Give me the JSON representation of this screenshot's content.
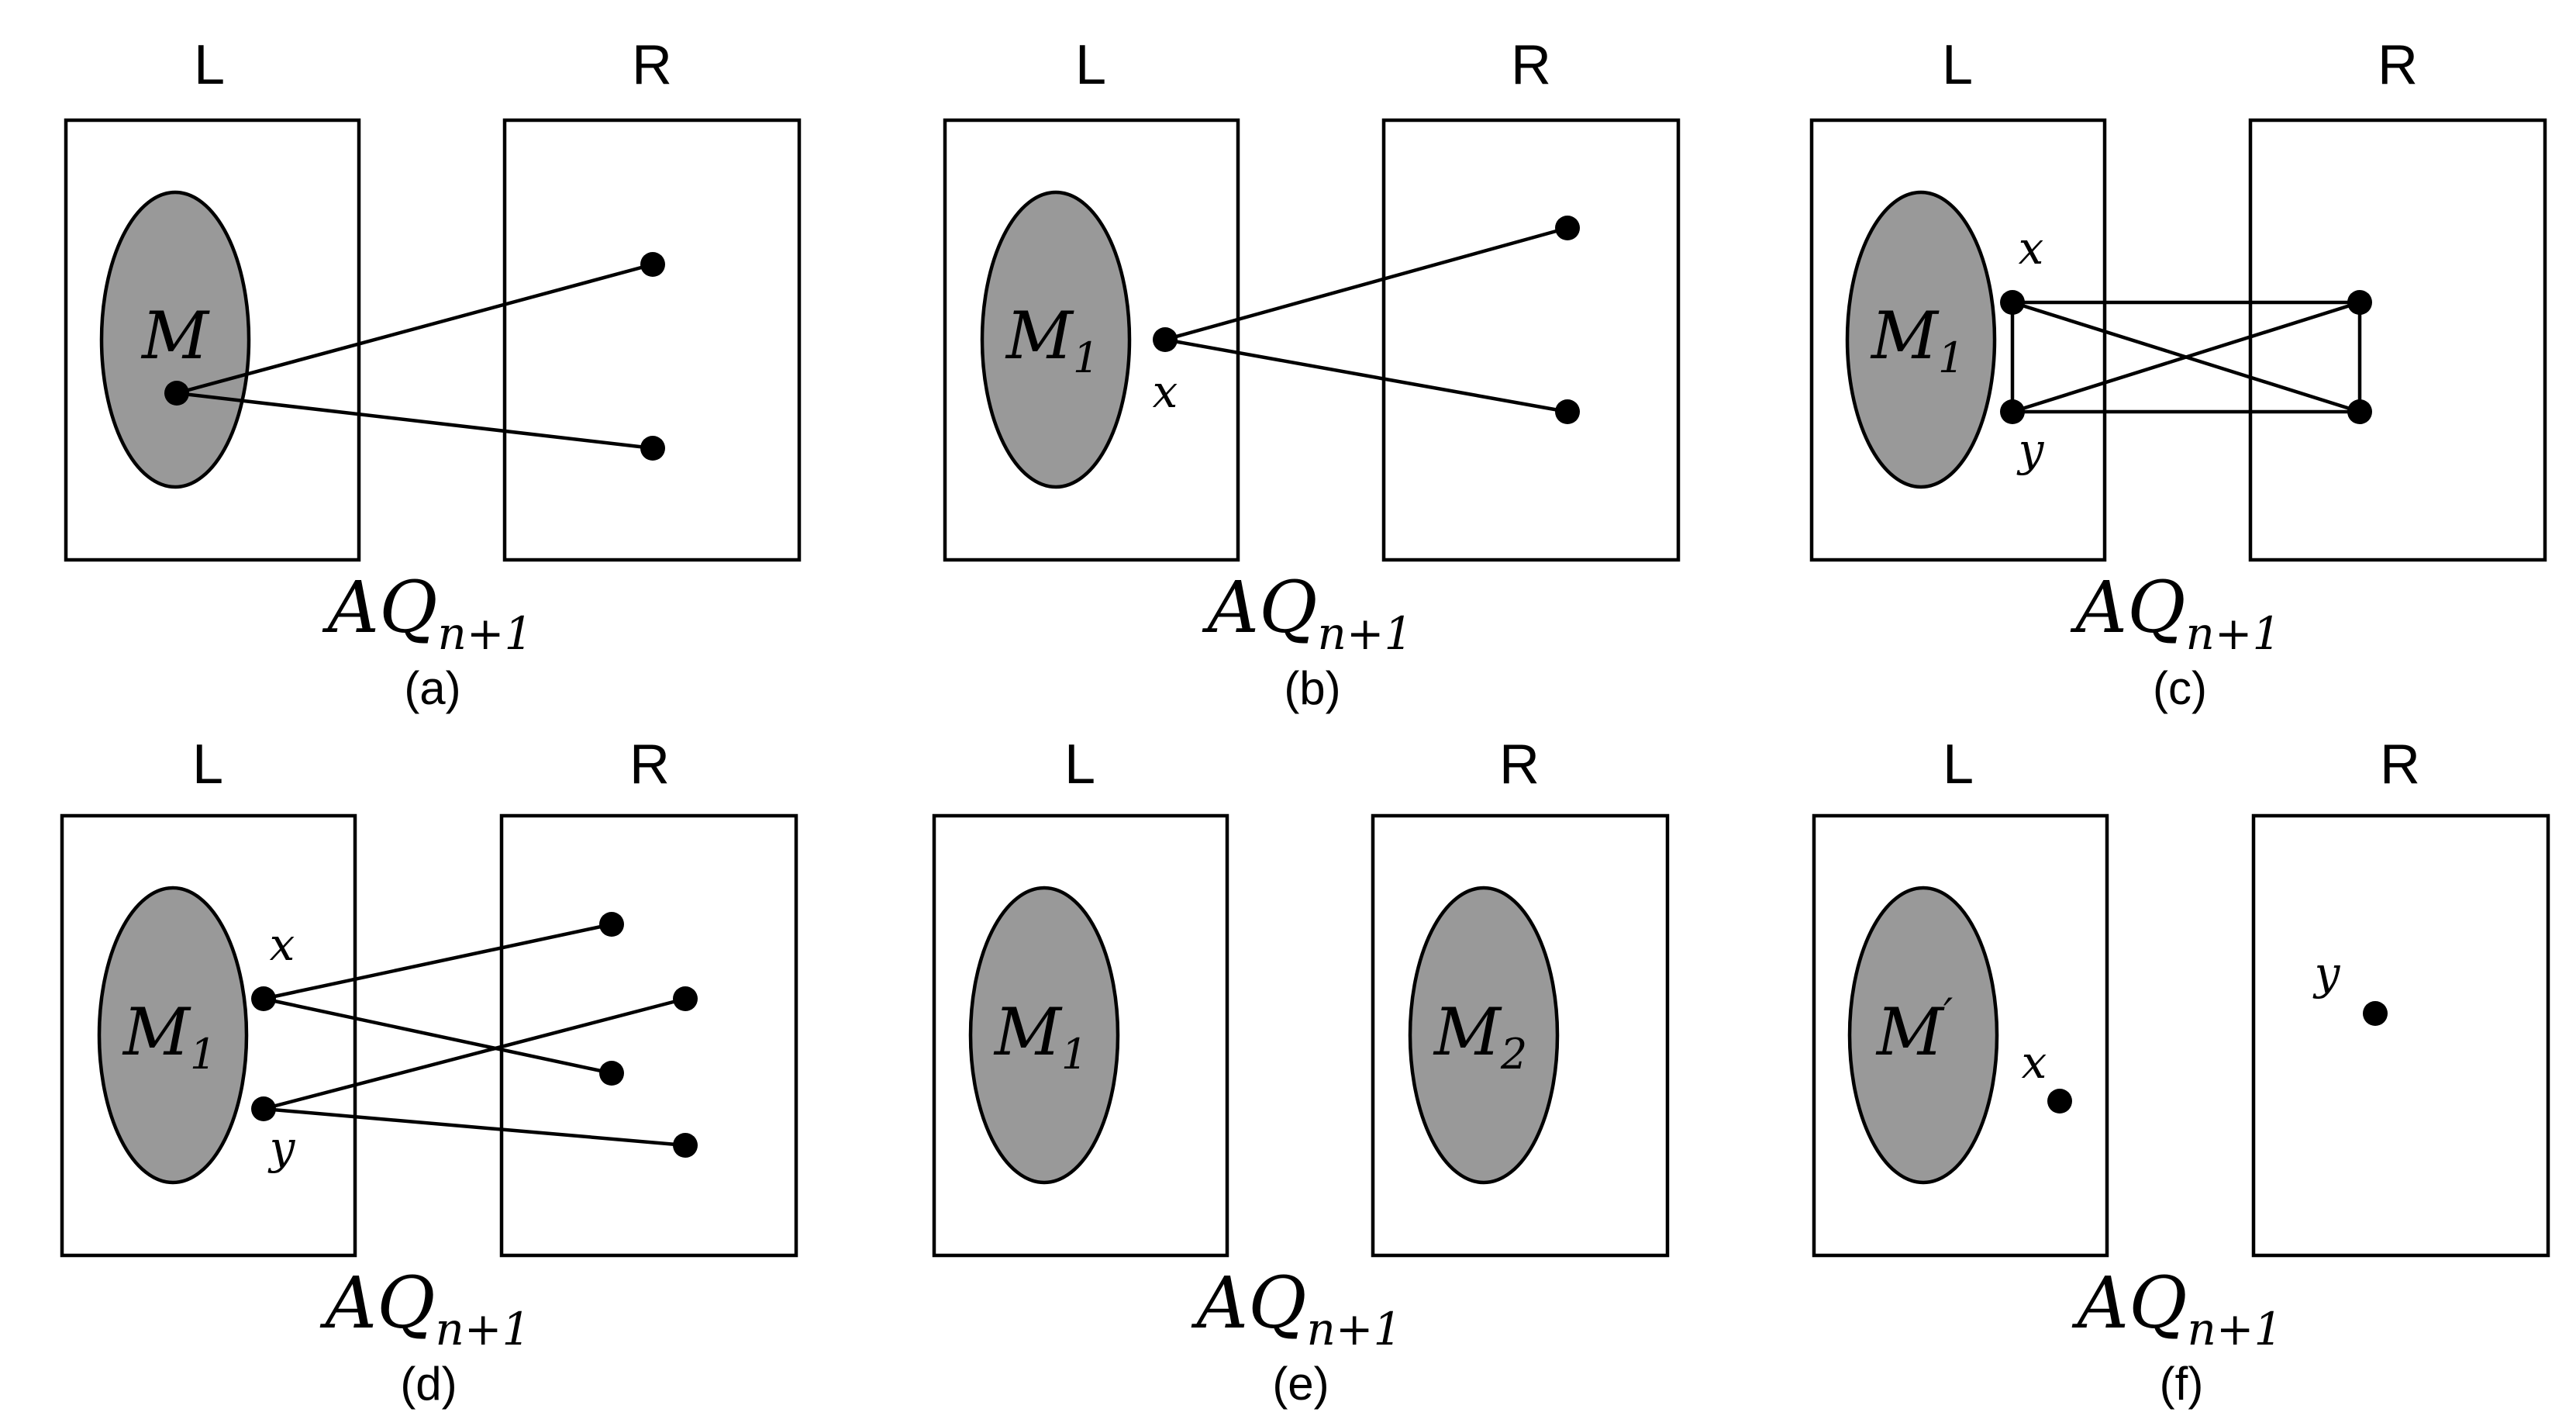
{
  "colors": {
    "blob_fill": "#999999",
    "stroke": "#000000",
    "background": "#ffffff"
  },
  "side_labels": {
    "left": "L",
    "right": "R"
  },
  "graph": {
    "name": "AQ",
    "subscript": "n+1"
  },
  "panels": [
    {
      "caption": "(a)",
      "left_blob": {
        "name": "M",
        "sub": ""
      },
      "right_blob": null,
      "vertex_labels": []
    },
    {
      "caption": "(b)",
      "left_blob": {
        "name": "M",
        "sub": "1"
      },
      "right_blob": null,
      "vertex_labels": [
        "x"
      ]
    },
    {
      "caption": "(c)",
      "left_blob": {
        "name": "M",
        "sub": "1"
      },
      "right_blob": null,
      "vertex_labels": [
        "x",
        "y"
      ]
    },
    {
      "caption": "(d)",
      "left_blob": {
        "name": "M",
        "sub": "1"
      },
      "right_blob": null,
      "vertex_labels": [
        "x",
        "y"
      ]
    },
    {
      "caption": "(e)",
      "left_blob": {
        "name": "M",
        "sub": "1"
      },
      "right_blob": {
        "name": "M",
        "sub": "2"
      },
      "vertex_labels": []
    },
    {
      "caption": "(f)",
      "left_blob": {
        "name": "M",
        "sub": "′"
      },
      "right_blob": null,
      "vertex_labels": [
        "x",
        "y"
      ]
    }
  ]
}
